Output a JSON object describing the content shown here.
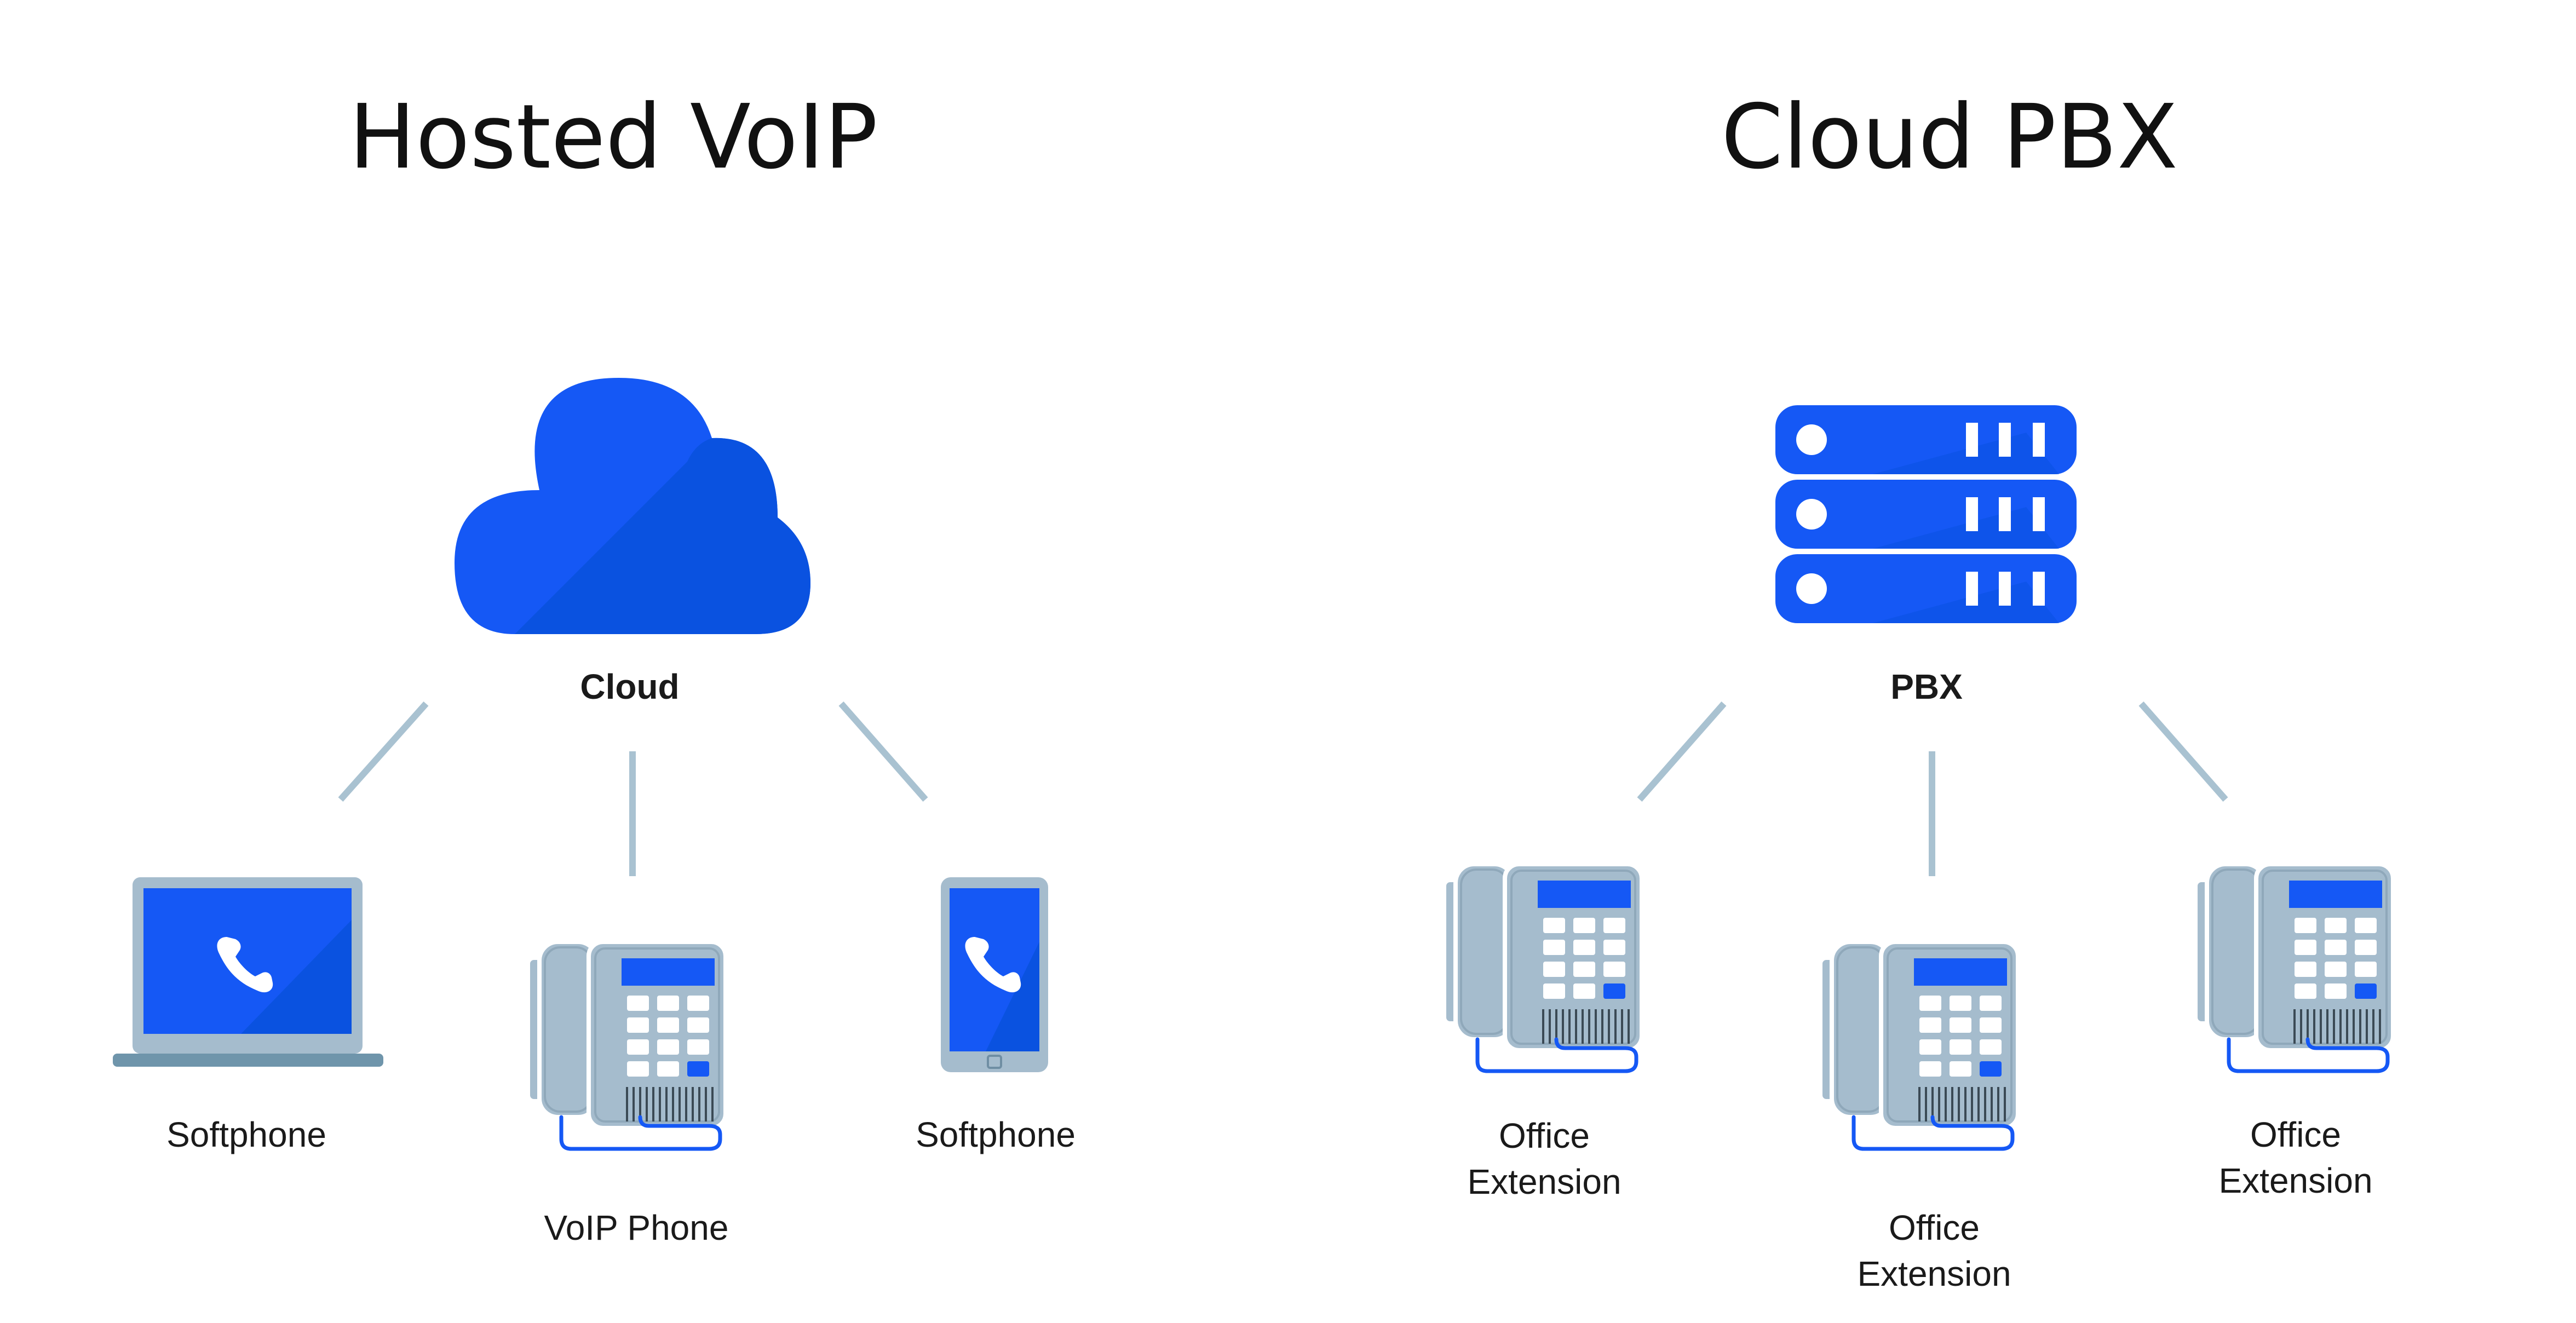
{
  "left": {
    "title": "Hosted VoIP",
    "hub_label": "Cloud",
    "hub_icon": "cloud-icon",
    "devices": [
      {
        "label": "Softphone",
        "icon": "laptop-icon"
      },
      {
        "label": "VoIP Phone",
        "icon": "desk-phone-icon"
      },
      {
        "label": "Softphone",
        "icon": "smartphone-icon"
      }
    ]
  },
  "right": {
    "title": "Cloud PBX",
    "hub_label": "PBX",
    "hub_icon": "server-icon",
    "devices": [
      {
        "label_line1": "Office",
        "label_line2": "Extension",
        "icon": "desk-phone-icon"
      },
      {
        "label_line1": "Office",
        "label_line2": "Extension",
        "icon": "desk-phone-icon"
      },
      {
        "label_line1": "Office",
        "label_line2": "Extension",
        "icon": "desk-phone-icon"
      }
    ]
  },
  "colors": {
    "accent_blue": "#1558f5",
    "accent_blue_dark": "#0a52e0",
    "device_gray": "#a5bccd",
    "connector": "#a9c2d1",
    "text": "#111111"
  }
}
